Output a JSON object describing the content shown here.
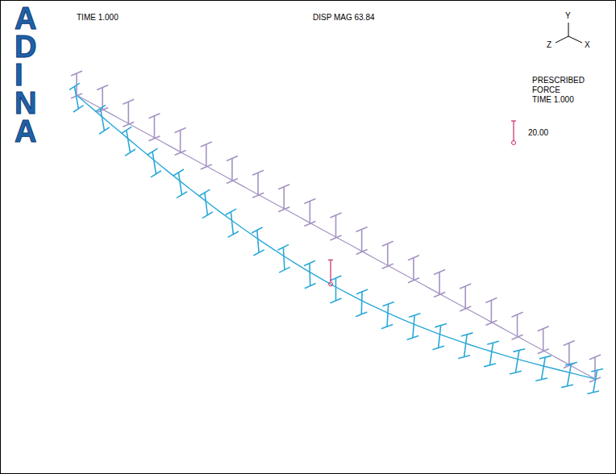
{
  "diagram": {
    "labels": [
      "ADINA",
      "TIME 1.000",
      "DISP MAG 63.84",
      "Y",
      "Z",
      "X",
      "PRESCRIBED FORCE",
      "TIME 1.000"
    ],
    "legend": [
      {
        "text": "20.00"
      }
    ]
  }
}
